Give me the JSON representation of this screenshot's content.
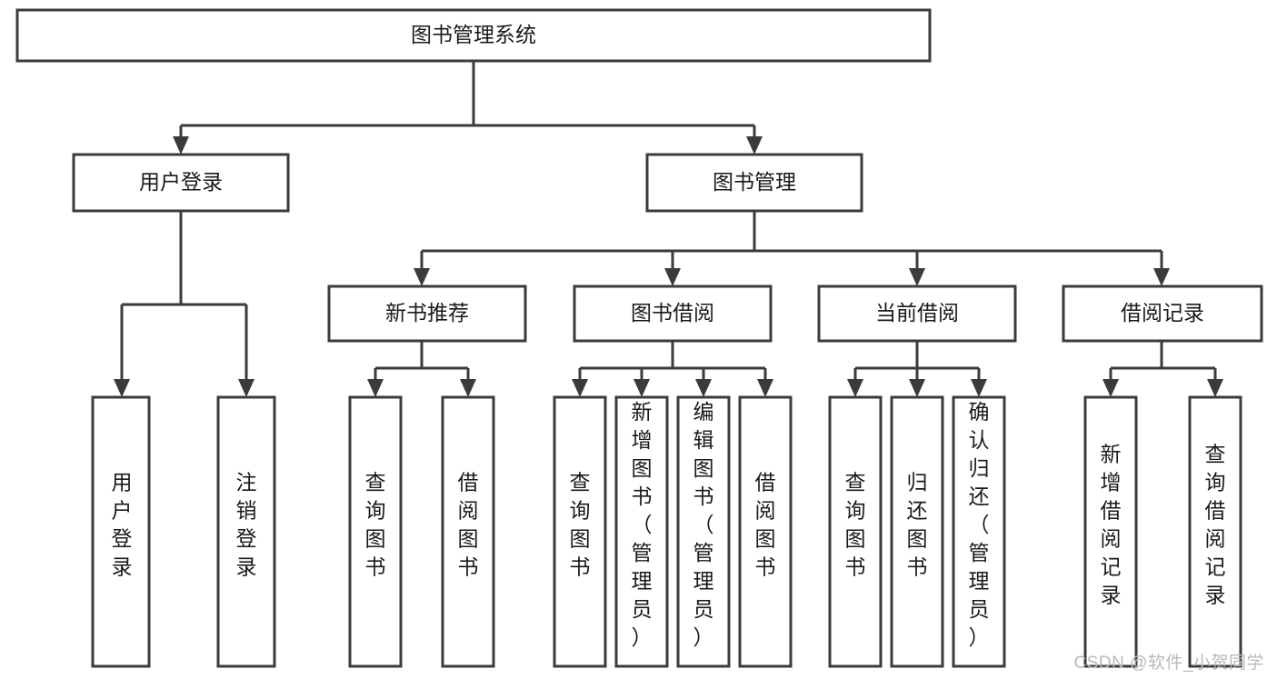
{
  "diagram": {
    "type": "hierarchy-tree",
    "title": "图书管理系统",
    "orientation": "top-down",
    "colors": {
      "box_stroke": "#3b3b3b",
      "box_fill": "#ffffff",
      "text": "#1a1a1a",
      "connector": "#3b3b3b",
      "watermark": "#b9b9b9",
      "background": "#ffffff"
    },
    "root": {
      "id": "root",
      "label": "图书管理系统"
    },
    "level2": [
      {
        "id": "user-login",
        "label": "用户登录"
      },
      {
        "id": "book-management",
        "label": "图书管理"
      }
    ],
    "level3": [
      {
        "id": "new-book-recommend",
        "label": "新书推荐",
        "parent": "book-management"
      },
      {
        "id": "book-borrow",
        "label": "图书借阅",
        "parent": "book-management"
      },
      {
        "id": "current-borrow",
        "label": "当前借阅",
        "parent": "book-management"
      },
      {
        "id": "borrow-record",
        "label": "借阅记录",
        "parent": "book-management"
      }
    ],
    "leaves": {
      "user-login": [
        {
          "id": "leaf-user-login",
          "label": "用户登录"
        },
        {
          "id": "leaf-user-logout",
          "label": "注销登录"
        }
      ],
      "new-book-recommend": [
        {
          "id": "leaf-query-book-1",
          "label": "查询图书"
        },
        {
          "id": "leaf-borrow-book-1",
          "label": "借阅图书"
        }
      ],
      "book-borrow": [
        {
          "id": "leaf-query-book-2",
          "label": "查询图书"
        },
        {
          "id": "leaf-add-book",
          "label": "新增图书（管理员）"
        },
        {
          "id": "leaf-edit-book",
          "label": "编辑图书（管理员）"
        },
        {
          "id": "leaf-borrow-book-2",
          "label": "借阅图书"
        }
      ],
      "current-borrow": [
        {
          "id": "leaf-query-book-3",
          "label": "查询图书"
        },
        {
          "id": "leaf-return-book",
          "label": "归还图书"
        },
        {
          "id": "leaf-confirm-return",
          "label": "确认归还（管理员）"
        }
      ],
      "borrow-record": [
        {
          "id": "leaf-add-record",
          "label": "新增借阅记录"
        },
        {
          "id": "leaf-query-record",
          "label": "查询借阅记录"
        }
      ]
    }
  },
  "watermark": {
    "text": "CSDN @软件_小贺同学"
  }
}
